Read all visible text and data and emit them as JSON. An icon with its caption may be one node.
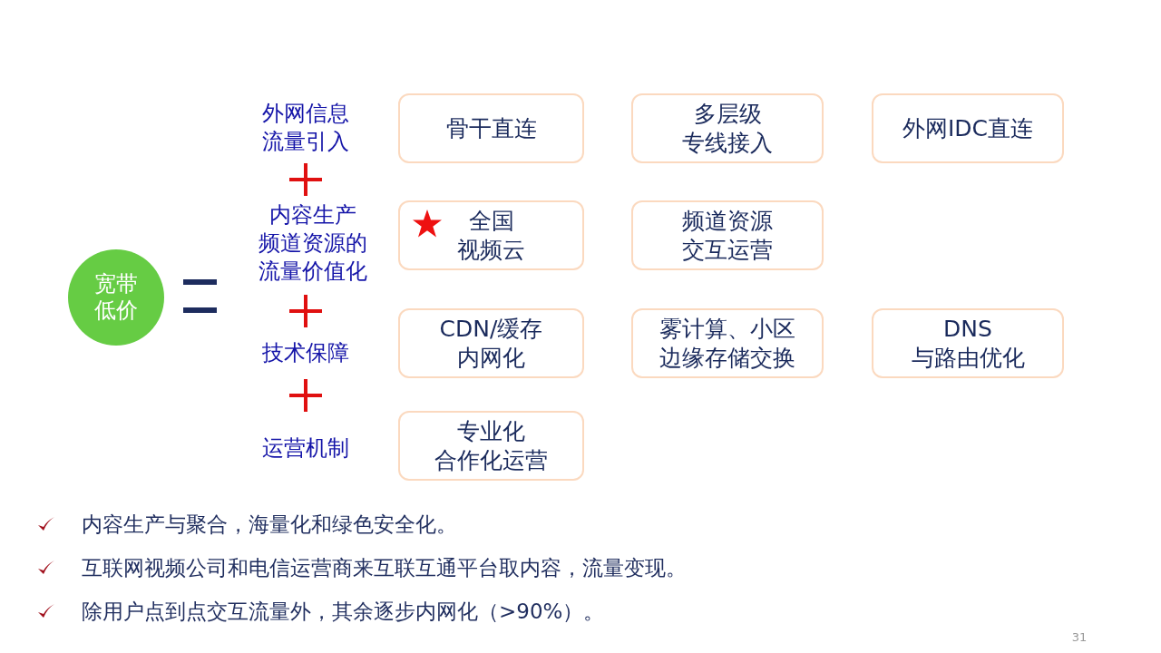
{
  "diagram": {
    "nodes": [
      {
        "text": [
          "宽带低价"
        ]
      },
      {
        "text": [
          "骨干直连"
        ]
      },
      {
        "text": [
          "多层级专线接入"
        ]
      },
      {
        "text": [
          "外网IDC直连"
        ]
      },
      {
        "text": [
          "全国视频云"
        ]
      },
      {
        "text": [
          "频道资源交互运营"
        ]
      },
      {
        "text": [
          "CDN/缓存内网化"
        ]
      },
      {
        "text": [
          "雾计算、小区边缘存储交换"
        ]
      },
      {
        "text": [
          "DNS与路由优化"
        ]
      },
      {
        "text": [
          "专业化合作化运营"
        ]
      }
    ],
    "edges": [],
    "labels": [
      "外网信息流量引入",
      "内容生产频道资源的流量价值化",
      "技术保障",
      "运营机制",
      "内容生产与聚合，海量化和绿色安全化。",
      "互联网视频公司和电信运营商来互联互通平台取内容，流量变现。",
      "除用户点到点交互流量外，其余逐步内网化（>90%）。",
      "31"
    ]
  }
}
